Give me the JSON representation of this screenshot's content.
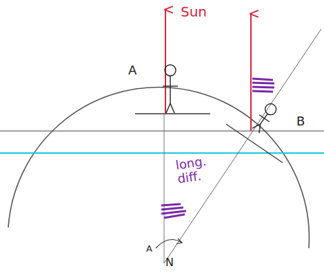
{
  "diagram": {
    "labels": [
      "Sun",
      "A",
      "B",
      "long. diff.",
      "A",
      "N"
    ]
  }
}
